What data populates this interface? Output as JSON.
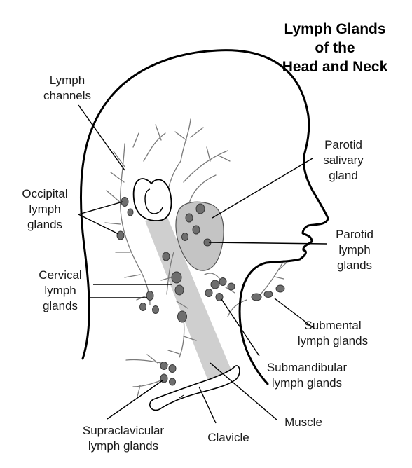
{
  "title": {
    "line1": "Lymph Glands",
    "line2": "of the",
    "line3": "Head and Neck"
  },
  "labels": {
    "lymph_channels": {
      "line1": "Lymph",
      "line2": "channels"
    },
    "occipital": {
      "line1": "Occipital",
      "line2": "lymph",
      "line3": "glands"
    },
    "cervical": {
      "line1": "Cervical",
      "line2": "lymph",
      "line3": "glands"
    },
    "parotid_salivary": {
      "line1": "Parotid",
      "line2": "salivary",
      "line3": "gland"
    },
    "parotid_lymph": {
      "line1": "Parotid",
      "line2": "lymph",
      "line3": "glands"
    },
    "submental": {
      "line1": "Submental",
      "line2": "lymph glands"
    },
    "submandibular": {
      "line1": "Submandibular",
      "line2": "lymph glands"
    },
    "supraclavicular": {
      "line1": "Supraclavicular",
      "line2": "lymph glands"
    },
    "clavicle": "Clavicle",
    "muscle": "Muscle"
  },
  "colors": {
    "outline": "#000000",
    "gland": "#6e6e6e",
    "gland_stroke": "#3a3a3a",
    "parotid_fill": "#c4c4c4",
    "muscle_band": "#cfcfcf",
    "channels": "#7a7a7a",
    "leader": "#000000"
  }
}
